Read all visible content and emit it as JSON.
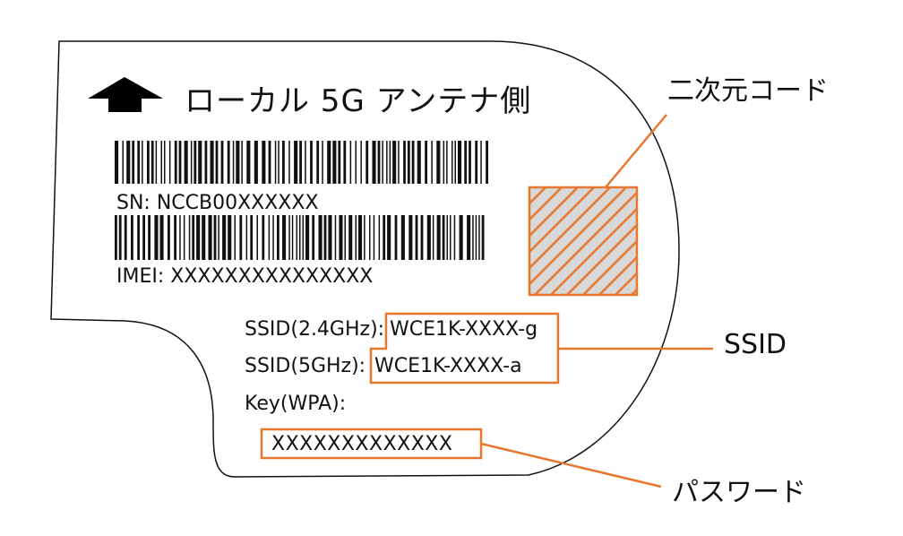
{
  "label": {
    "title": "ローカル 5G アンテナ側",
    "sn": "SN: NCCB00XXXXXX",
    "imei": "IMEI: XXXXXXXXXXXXXXX",
    "ssid_24_label": "SSID(2.4GHz):",
    "ssid_24_value": "WCE1K-XXXX-g",
    "ssid_5_label": "SSID(5GHz):",
    "ssid_5_value": "WCE1K-XXXX-a",
    "key_label": "Key(WPA):",
    "key_value": "XXXXXXXXXXXXX"
  },
  "callouts": {
    "qr_code": "二次元コード",
    "ssid": "SSID",
    "password": "パスワード"
  },
  "icons": {
    "direction": "arrow-up-icon"
  },
  "colors": {
    "outline": "#111111",
    "highlight": "#e8772e",
    "qr_fill": "#d8d8d8"
  }
}
